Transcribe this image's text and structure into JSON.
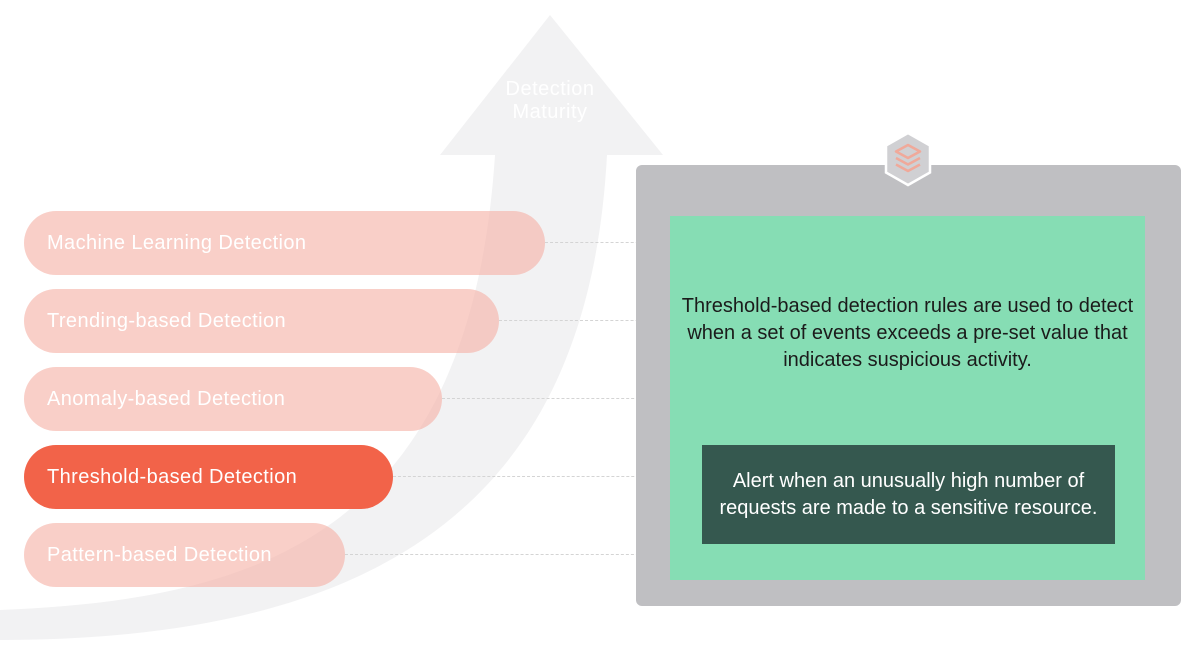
{
  "arrow": {
    "label": "Detection Maturity"
  },
  "levels": [
    {
      "label": "Machine Learning Detection",
      "active": false
    },
    {
      "label": "Trending-based Detection",
      "active": false
    },
    {
      "label": "Anomaly-based Detection",
      "active": false
    },
    {
      "label": "Threshold-based Detection",
      "active": true
    },
    {
      "label": "Pattern-based Detection",
      "active": false
    }
  ],
  "detail": {
    "icon": "layers-icon",
    "description": "Threshold-based detection rules are used to detect when a set of events exceeds a pre-set value that indicates suspicious activity.",
    "example": "Alert when an unusually high number of requests are made to a sensitive resource."
  },
  "colors": {
    "active_pill": "#f26349",
    "inactive_pill": "#f6b2a6",
    "panel": "#86ddb4",
    "example_box": "#35584f",
    "frame": "#bfbfc2",
    "arrow": "#f1f1f2"
  }
}
